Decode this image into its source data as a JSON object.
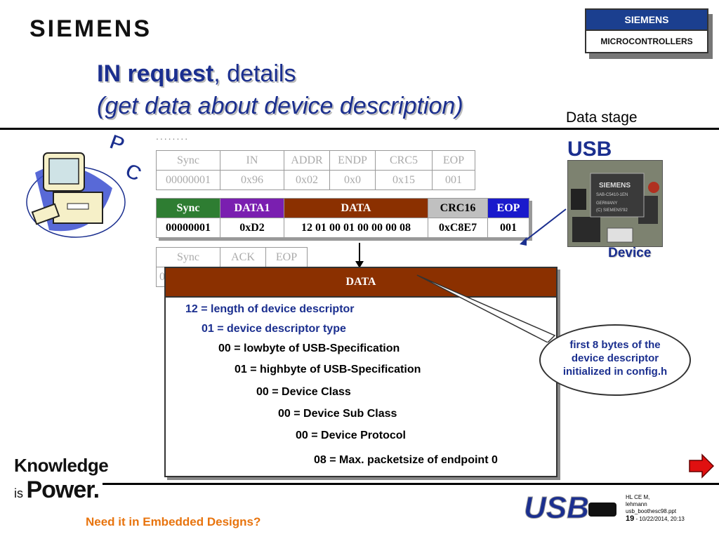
{
  "header": {
    "logo": "SIEMENS",
    "badge_top": "SIEMENS",
    "badge_bottom": "MICROCONTROLLERS"
  },
  "title": {
    "line1_bold": "IN request",
    "line1_rest": ", details",
    "line2": "get data about device description",
    "line2_open": "(",
    "line2_close": ")"
  },
  "stage_label": "Data stage",
  "pc_label": "PC",
  "dots": "........",
  "packet_in": {
    "headers": [
      "Sync",
      "IN",
      "ADDR",
      "ENDP",
      "CRC5",
      "EOP"
    ],
    "values": [
      "00000001",
      "0x96",
      "0x02",
      "0x0",
      "0x15",
      "001"
    ]
  },
  "packet_data": {
    "headers": [
      "Sync",
      "DATA1",
      "DATA",
      "CRC16",
      "EOP"
    ],
    "values": [
      "00000001",
      "0xD2",
      "12 01 00 01 00 00 00 08",
      "0xC8E7",
      "001"
    ],
    "colors": [
      "#2e7d32",
      "#7a1fb0",
      "#8b3000",
      "#c0c0c0",
      "#1a1acc"
    ]
  },
  "packet_ack": {
    "headers": [
      "Sync",
      "ACK",
      "EOP"
    ],
    "values": [
      "0",
      "",
      ""
    ]
  },
  "usb_label": "USB",
  "device_label": "Device",
  "chip_text": [
    "SIEMENS",
    "SAB-C5410-1EN",
    "GERMANY",
    "(C) SIEMENS'92"
  ],
  "data_box": {
    "header": "DATA",
    "lines": [
      "12 = length of device descriptor",
      "01 = device descriptor type",
      "00 = lowbyte of USB-Specification",
      "01 = highbyte of USB-Specification",
      "00 = Device Class",
      "00 = Device Sub Class",
      "00 = Device Protocol",
      "08 = Max. packetsize of endpoint 0"
    ]
  },
  "callout": [
    "first 8 bytes of the",
    "device descriptor",
    "initialized in config.h"
  ],
  "footer": {
    "kp_line1": "Knowledge",
    "kp_is": "is",
    "kp_power": "Power.",
    "tagline": "Need it in Embedded Designs?",
    "info": [
      "HL CE M,",
      "lehmann",
      "usb_boothesc98.ppt"
    ],
    "page": "19",
    "date": "10/22/2014, 20:13",
    "usb_logo": "USB"
  },
  "colors": {
    "title_blue": "#1b2f8f",
    "data_brown": "#8b3000",
    "tagline_orange": "#e8740e"
  }
}
